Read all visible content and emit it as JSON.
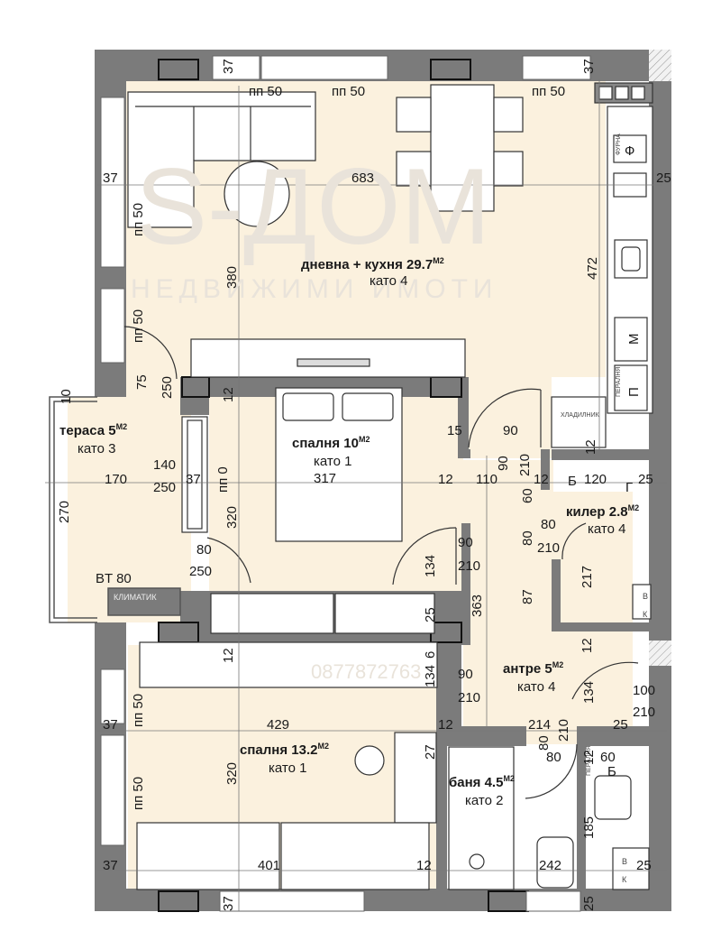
{
  "watermark": {
    "brand": "S-ДОМ",
    "subtitle": "НЕДВИЖИМИ ИМОТИ",
    "phone": "0877872763"
  },
  "rooms": {
    "living": {
      "name": "дневна + кухня 29.7",
      "sup": "M2",
      "floor": "като 4"
    },
    "terrace": {
      "name": "тераса 5",
      "sup": "M2",
      "floor": "като 3"
    },
    "bedroom1": {
      "name": "спалня 10",
      "sup": "M2",
      "floor": "като 1",
      "extra": "317"
    },
    "closet": {
      "name": "килер 2.8",
      "sup": "M2",
      "floor": "като 4"
    },
    "hall": {
      "name": "антре 5",
      "sup": "M2",
      "floor": "като 4"
    },
    "bedroom2": {
      "name": "спалня 13.2",
      "sup": "M2",
      "floor": "като 1"
    },
    "bath": {
      "name": "баня 4.5",
      "sup": "M2",
      "floor": "като 2"
    }
  },
  "labels": {
    "klimatik": "КЛИМАТИК",
    "hladilnik": "ХЛАДИЛНИК",
    "furna": "ФУРНА",
    "peralnia": "ПЕРАЛНЯ",
    "peralnia2": "ПЕРАЛНЯ",
    "bt80": "BT 80",
    "b1": "Б",
    "b2": "Б",
    "g": "Г",
    "f": "Ф",
    "m": "M",
    "p": "П",
    "v1": "В",
    "k1": "К",
    "v2": "В",
    "k2": "К"
  },
  "dims": {
    "d_37a": "37",
    "d_pp50a": "пп 50",
    "d_pp50b": "пп 50",
    "d_pp50c": "пп 50",
    "d_37b": "37",
    "d_37c": "37",
    "d_683": "683",
    "d_25a": "25",
    "d_pp50d": "пп 50",
    "d_380": "380",
    "d_472": "472",
    "d_pp50e": "пп 50",
    "d_75": "75",
    "d_250a": "250",
    "d_10": "10",
    "d_12a": "12",
    "d_15": "15",
    "d_90a": "90",
    "d_90b": "90",
    "d_210a": "210",
    "d_12b": "12",
    "d_140": "140",
    "d_170": "170",
    "d_250b": "250",
    "d_37d": "37",
    "d_pp0": "пп 0",
    "d_12c": "12",
    "d_110": "110",
    "d_12d": "12",
    "d_120": "120",
    "d_25b": "25",
    "d_60a": "60",
    "d_270": "270",
    "d_320a": "320",
    "d_80a": "80",
    "d_80b": "80",
    "d_210b": "210",
    "d_80c": "80",
    "d_250c": "250",
    "d_90c": "90",
    "d_210c": "210",
    "d_134a": "134",
    "d_217": "217",
    "d_363": "363",
    "d_87": "87",
    "d_25c": "25",
    "d_12e": "12",
    "d_12f": "12",
    "d_6": "6",
    "d_90d": "90",
    "d_210d": "210",
    "d_134b": "134",
    "d_100": "100",
    "d_210e": "210",
    "d_pp50f": "пп 50",
    "d_37e": "37",
    "d_429": "429",
    "d_12g": "12",
    "d_214": "214",
    "d_210f": "210",
    "d_25d": "25",
    "d_27": "27",
    "d_80d": "80",
    "d_80e": "80",
    "d_60b": "60",
    "d_12h": "12",
    "d_320b": "320",
    "d_pp50g": "пп 50",
    "d_185": "185",
    "d_37f": "37",
    "d_401": "401",
    "d_12i": "12",
    "d_242": "242",
    "d_25e": "25",
    "d_37g": "37",
    "d_25f": "25"
  }
}
